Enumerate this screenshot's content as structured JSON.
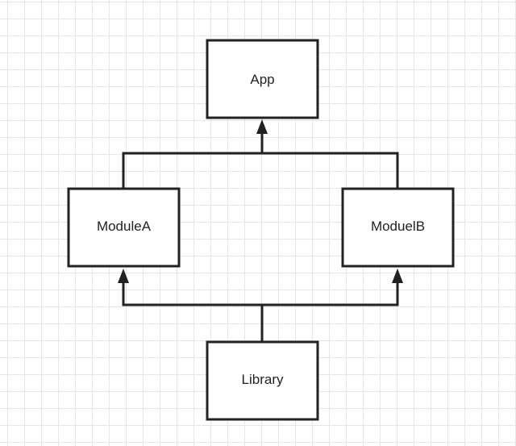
{
  "diagram": {
    "nodes": {
      "app": "App",
      "module_a": "ModuleA",
      "module_b": "ModuelB",
      "library": "Library"
    },
    "edges": [
      {
        "from": "module_a",
        "to": "app"
      },
      {
        "from": "module_b",
        "to": "app"
      },
      {
        "from": "library",
        "to": "module_a"
      },
      {
        "from": "library",
        "to": "module_b"
      }
    ]
  }
}
